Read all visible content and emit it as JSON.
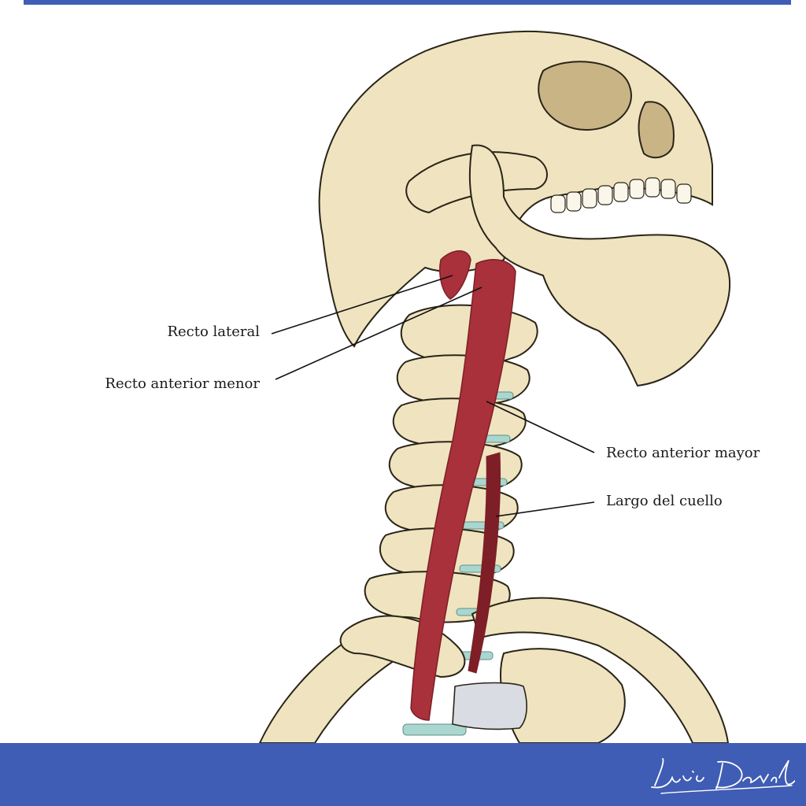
{
  "labels": {
    "recto_lateral": "Recto lateral",
    "recto_anterior_menor": "Recto anterior menor",
    "recto_anterior_mayor": "Recto anterior mayor",
    "largo_del_cuello": "Largo del cuello"
  },
  "signature": "Luis David",
  "colors": {
    "frame_blue": "#3f5db4",
    "bone": "#efe4bf",
    "bone_shadow": "#c9b486",
    "outline": "#2a2418",
    "muscle": "#a8313b",
    "muscle_dark": "#7e1f27",
    "disc": "#a9d7cf",
    "cartilage": "#d9dde3"
  }
}
